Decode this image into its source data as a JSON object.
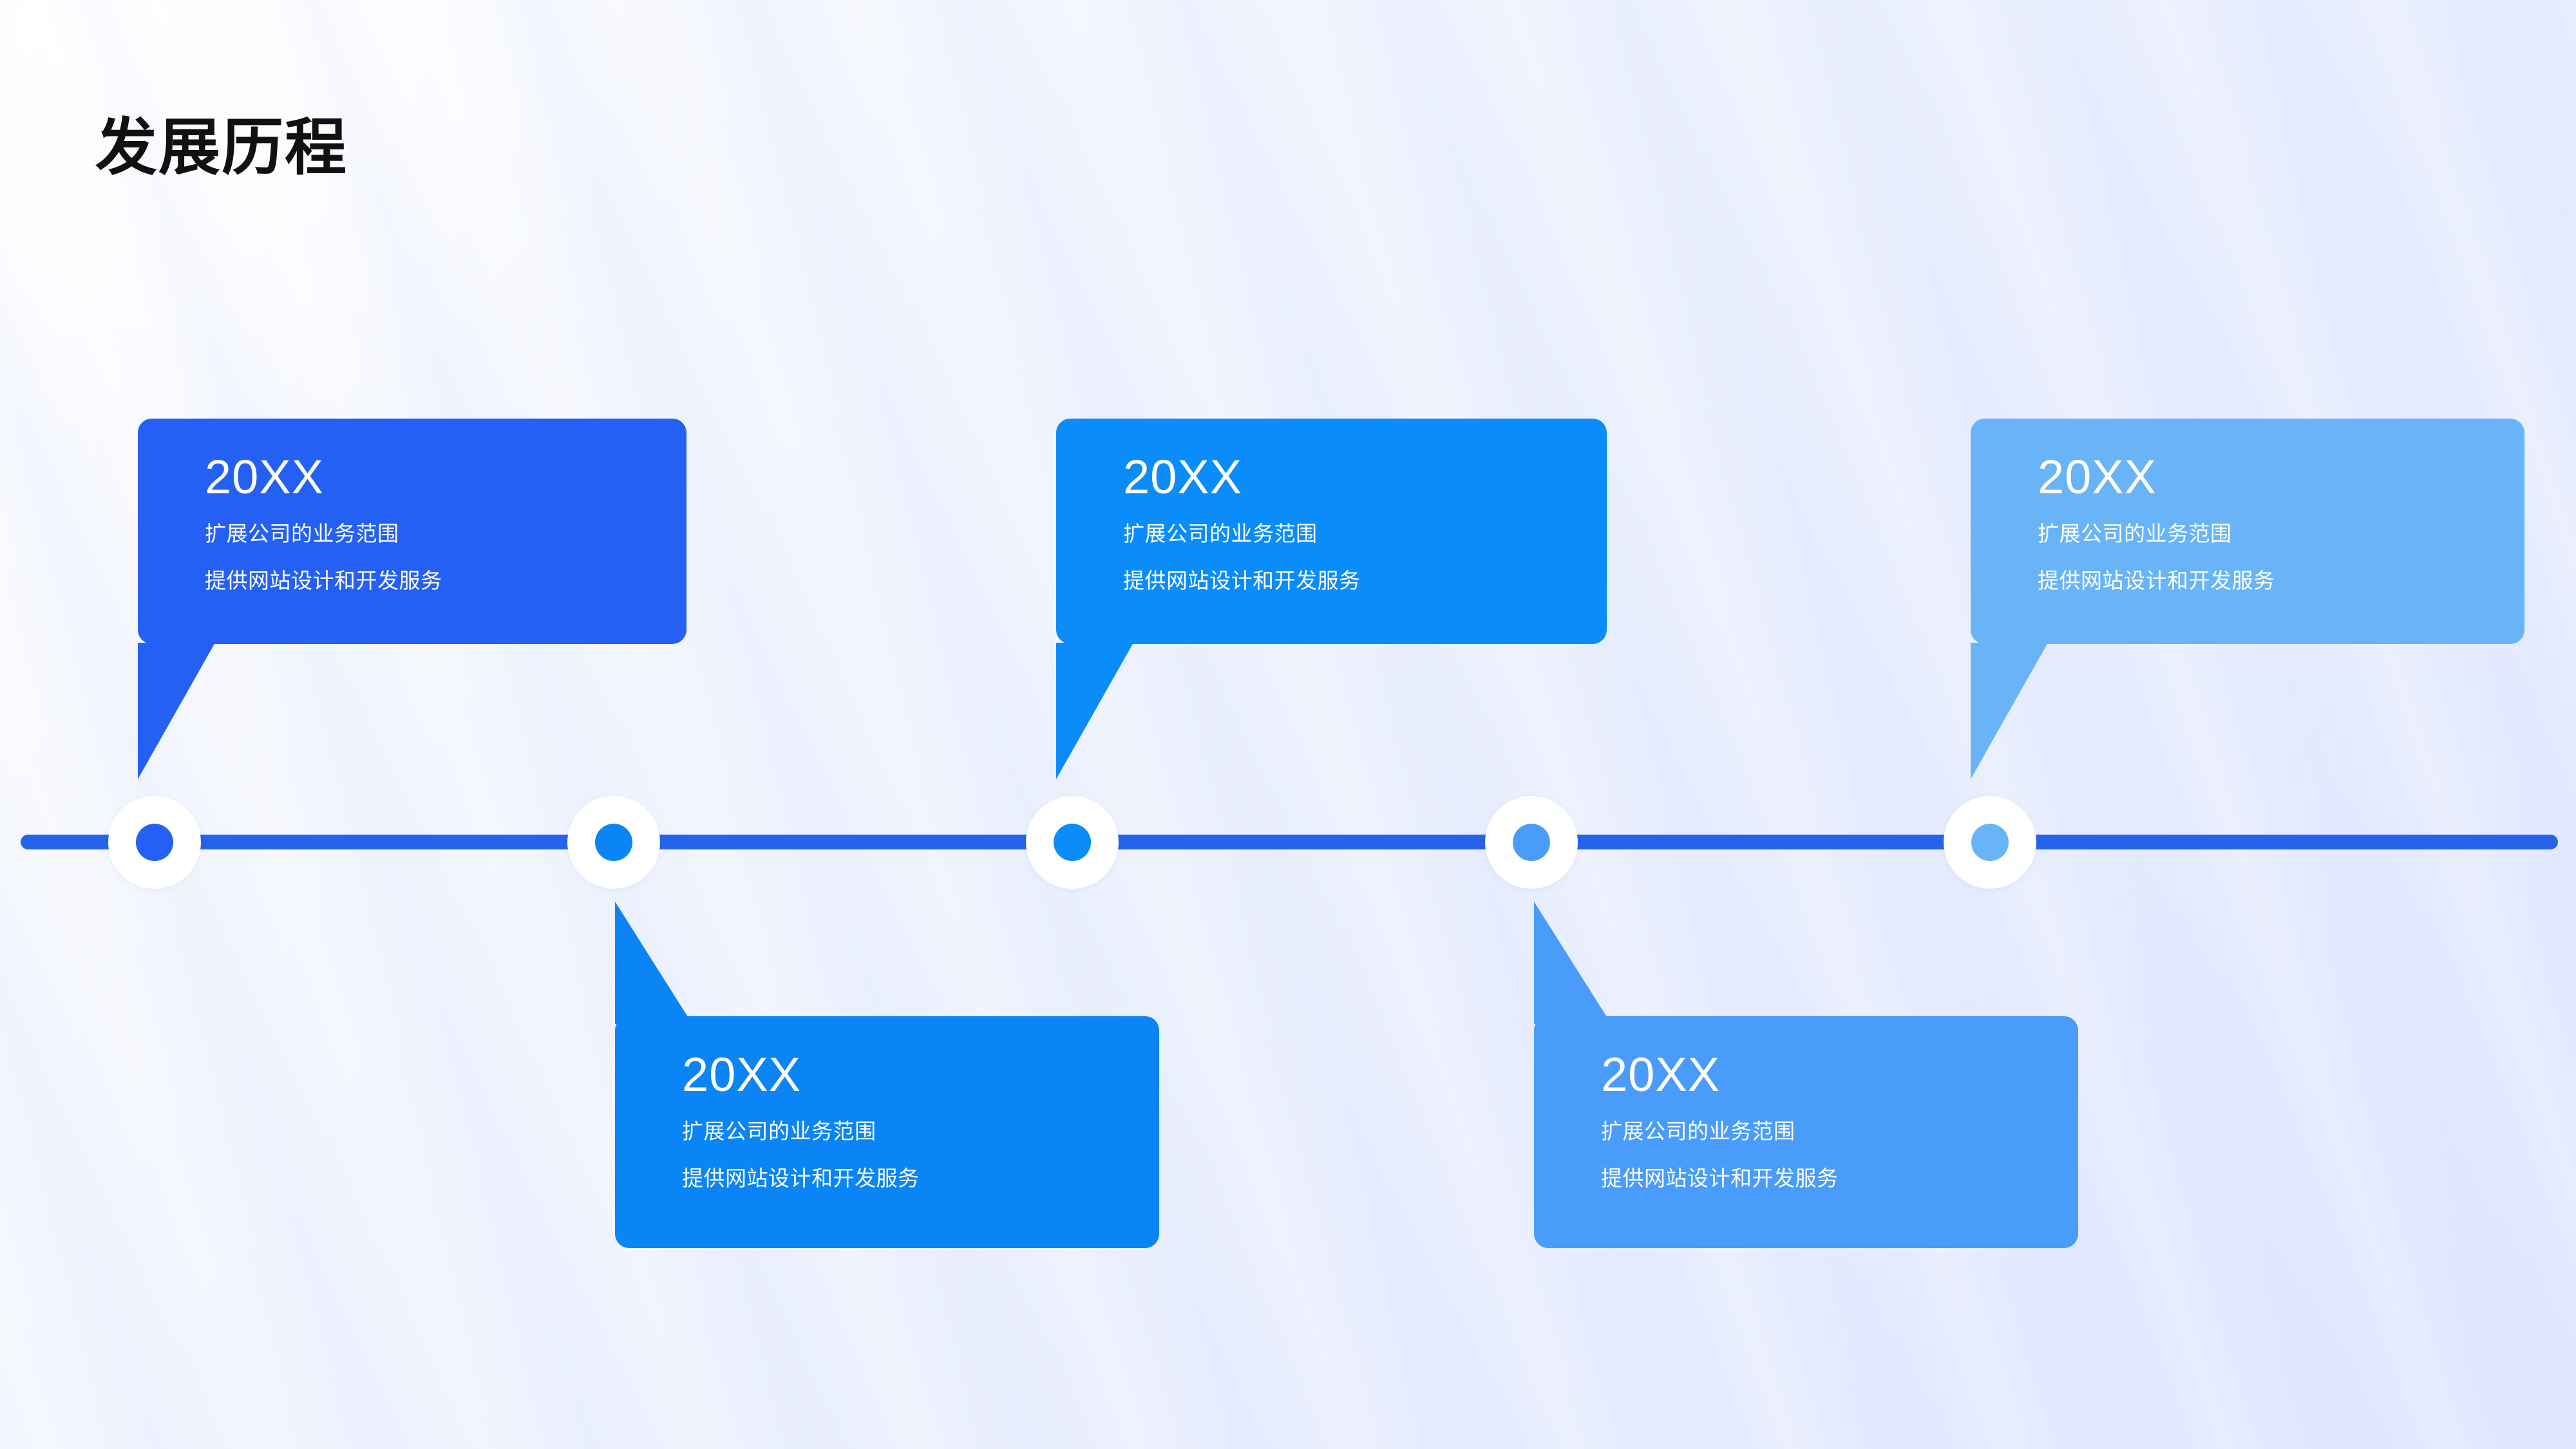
{
  "page": {
    "title": "发展历程",
    "background_start": "#fbfcff",
    "background_end": "#e3e9ff"
  },
  "timeline": {
    "axis_color": "#2563eb",
    "marker_ring_color": "#ffffff",
    "milestones": [
      {
        "id": "milestone-1",
        "year": "20XX",
        "line1": "扩展公司的业务范围",
        "line2": "提供网站设计和开发服务",
        "color": "#2560f5",
        "dot_color": "#2560f5",
        "position": "above"
      },
      {
        "id": "milestone-2",
        "year": "20XX",
        "line1": "扩展公司的业务范围",
        "line2": "提供网站设计和开发服务",
        "color": "#0b84f5",
        "dot_color": "#0b84f5",
        "position": "below"
      },
      {
        "id": "milestone-3",
        "year": "20XX",
        "line1": "扩展公司的业务范围",
        "line2": "提供网站设计和开发服务",
        "color": "#0a8cfb",
        "dot_color": "#0a8cfb",
        "position": "above"
      },
      {
        "id": "milestone-4",
        "year": "20XX",
        "line1": "扩展公司的业务范围",
        "line2": "提供网站设计和开发服务",
        "color": "#4a9cfb",
        "dot_color": "#4a9cfb",
        "position": "below"
      },
      {
        "id": "milestone-5",
        "year": "20XX",
        "line1": "扩展公司的业务范围",
        "line2": "提供网站设计和开发服务",
        "color": "#68b4f7",
        "dot_color": "#68b4f7",
        "position": "above"
      }
    ]
  }
}
